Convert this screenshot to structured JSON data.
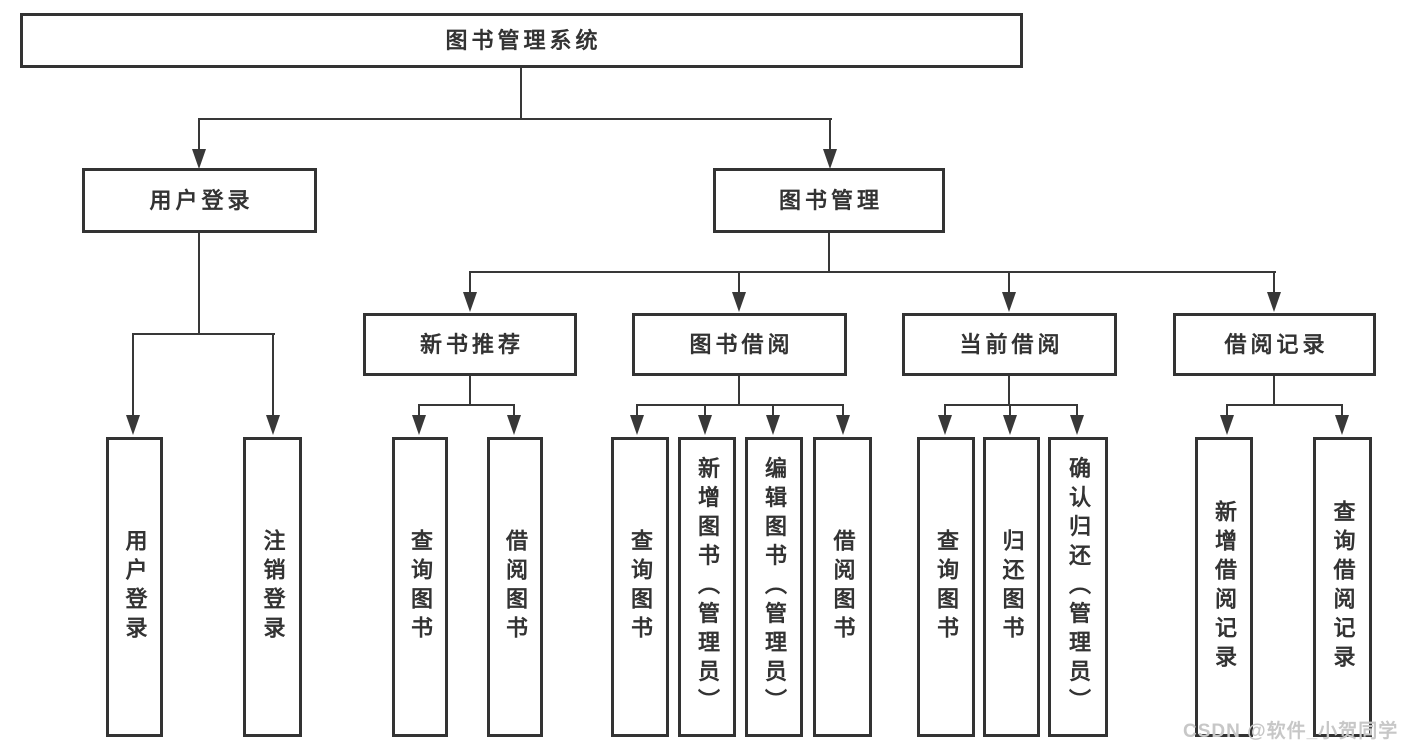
{
  "diagram": {
    "root": {
      "label": "图书管理系统"
    },
    "branches": {
      "user_login": {
        "label": "用户登录",
        "children": {
          "login": {
            "label": "用户登录"
          },
          "logout": {
            "label": "注销登录"
          }
        }
      },
      "book_mgmt": {
        "label": "图书管理",
        "children": {
          "new_book_rec": {
            "label": "新书推荐",
            "children": {
              "query_books": {
                "label": "查询图书"
              },
              "borrow_books": {
                "label": "借阅图书"
              }
            }
          },
          "book_borrow": {
            "label": "图书借阅",
            "children": {
              "query_books": {
                "label": "查询图书"
              },
              "add_books": {
                "label": "新增图书（管理员）"
              },
              "edit_books": {
                "label": "编辑图书（管理员）"
              },
              "borrow_books": {
                "label": "借阅图书"
              }
            }
          },
          "current_borrow": {
            "label": "当前借阅",
            "children": {
              "query_books": {
                "label": "查询图书"
              },
              "return_books": {
                "label": "归还图书"
              },
              "confirm_return": {
                "label": "确认归还（管理员）"
              }
            }
          },
          "borrow_records": {
            "label": "借阅记录",
            "children": {
              "add_record": {
                "label": "新增借阅记录"
              },
              "query_record": {
                "label": "查询借阅记录"
              }
            }
          }
        }
      }
    },
    "watermark": "CSDN @软件_小贺同学"
  },
  "colors": {
    "bg": "#ffffff",
    "border": "#333333",
    "line": "#383838",
    "text": "#333333",
    "watermark": "#c7c7c7"
  }
}
